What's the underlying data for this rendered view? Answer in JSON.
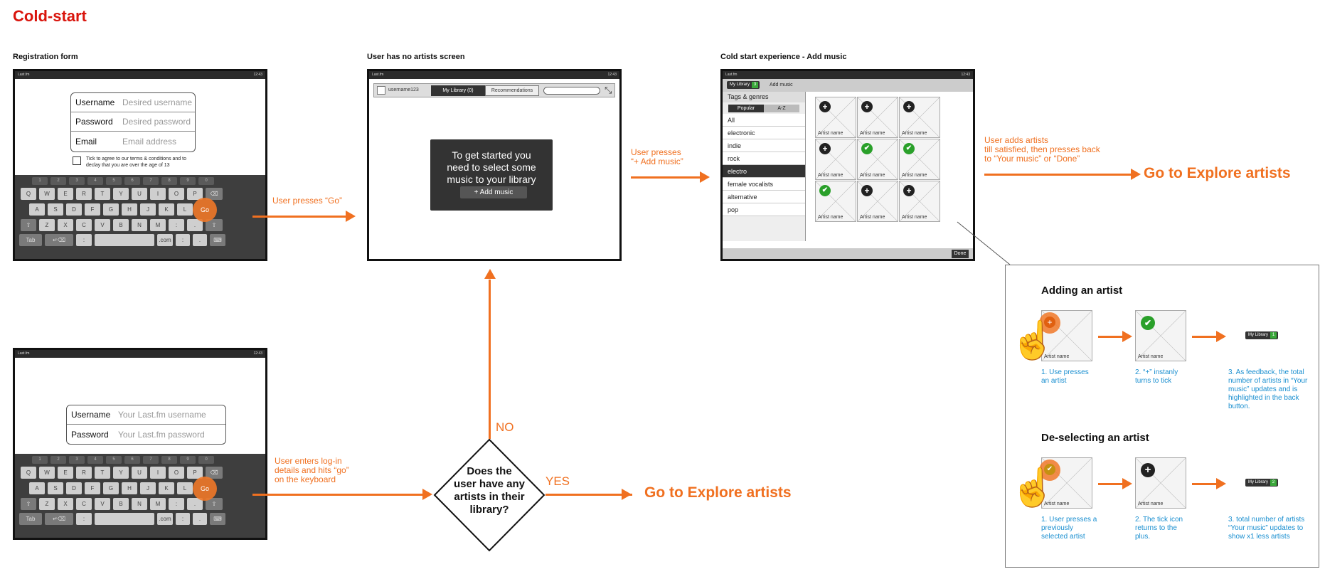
{
  "title": "Cold-start",
  "sections": {
    "registration": "Registration form",
    "no_artists": "User has no artists screen",
    "add_music": "Cold start experience - Add music"
  },
  "status_bar": {
    "app": "Last.fm",
    "time": "12:43"
  },
  "registration_form": {
    "rows": [
      {
        "label": "Username",
        "placeholder": "Desired username"
      },
      {
        "label": "Password",
        "placeholder": "Desired password"
      },
      {
        "label": "Email",
        "placeholder": "Email address"
      }
    ],
    "terms_line1": "Tick to agree to our terms & conditions and to",
    "terms_line2": "declay that you are over the age of 13"
  },
  "login_form": {
    "rows": [
      {
        "label": "Username",
        "placeholder": "Your Last.fm username"
      },
      {
        "label": "Password",
        "placeholder": "Your Last.fm password"
      }
    ]
  },
  "keyboard": {
    "numbers": [
      "1",
      "2",
      "3",
      "4",
      "5",
      "6",
      "7",
      "8",
      "9",
      "0"
    ],
    "row1": [
      "Q",
      "W",
      "E",
      "R",
      "T",
      "Y",
      "U",
      "I",
      "O",
      "P"
    ],
    "row2": [
      "A",
      "S",
      "D",
      "F",
      "G",
      "H",
      "J",
      "K",
      "L"
    ],
    "row3": [
      "Z",
      "X",
      "C",
      "V",
      "B",
      "N",
      "M"
    ],
    "go": "Go",
    "tab": "Tab",
    "com": ".com"
  },
  "no_artists_screen": {
    "username": "username123",
    "tab_library": "My Library (0)",
    "tab_recs": "Recommendations",
    "message_line1": "To get started you",
    "message_line2": "need to select some",
    "message_line3": "music to your library",
    "add_button": "+ Add music"
  },
  "add_music_screen": {
    "back_label": "My Library",
    "back_count": "3",
    "header_title": "Add music",
    "panel_title": "Tags & genres",
    "sort_popular": "Popular",
    "sort_az": "A-Z",
    "genres": [
      "All",
      "electronic",
      "indie",
      "rock",
      "electro",
      "female vocalists",
      "alternative",
      "pop"
    ],
    "artist_label": "Artist name",
    "tiles": [
      "plus",
      "plus",
      "plus",
      "plus",
      "tick",
      "tick",
      "tick",
      "plus",
      "plus"
    ],
    "done": "Done"
  },
  "annotations": {
    "presses_go": "User presses “Go”",
    "presses_add_1": "User presses",
    "presses_add_2": "“+ Add music”",
    "adds_artists_1": "User adds artists",
    "adds_artists_2": "till satisfied, then presses back",
    "adds_artists_3": "to “Your music” or “Done”",
    "login_1": "User enters log-in",
    "login_2": "details and hits “go”",
    "login_3": "on the keyboard",
    "no": "NO",
    "yes": "YES"
  },
  "decision": {
    "line1": "Does the",
    "line2": "user have any",
    "line3": "artists in their",
    "line4": "library?"
  },
  "explore": "Go to Explore artists",
  "detail": {
    "adding_title": "Adding an artist",
    "deselect_title": "De-selecting an artist",
    "artist_label": "Artist name",
    "pill_label": "My Library",
    "pill_count_add": "1",
    "pill_count_remove": "2",
    "add_steps": [
      [
        "1. Use presses",
        "an artist"
      ],
      [
        "2. “+” instanly",
        "turns to tick"
      ],
      [
        "3. As feedback, the total",
        "number of artists in “Your",
        "music” updates and is",
        "highlighted in the back",
        "button."
      ]
    ],
    "remove_steps": [
      [
        "1. User presses a",
        "previously",
        "selected artist"
      ],
      [
        "2. The tick icon",
        "returns to the",
        "plus."
      ],
      [
        "3. total number of artists",
        "“Your music” updates to",
        "show x1 less artists"
      ]
    ]
  },
  "colors": {
    "title_red": "#d9140c",
    "orange": "#f07020",
    "note_blue": "#1a8fd0",
    "tick_green": "#2aa02a"
  }
}
